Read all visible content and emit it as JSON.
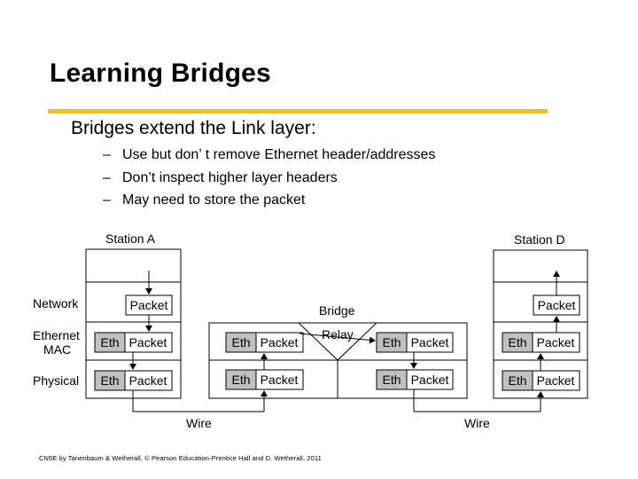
{
  "slide": {
    "title": "Learning Bridges",
    "bullet": "Bridges extend the Link layer:",
    "sub_bullets": [
      "Use but don’ t remove Ethernet header/addresses",
      "Don’t inspect higher layer headers",
      "May need to store the packet"
    ],
    "dash": "–",
    "footer": "CN5E by Tanenbaum & Wetherall, © Pearson Education-Prentice Hall and D. Wetherall, 2011"
  },
  "diagram": {
    "station_a": "Station A",
    "station_d": "Station D",
    "bridge": "Bridge",
    "relay": "Relay",
    "wire": "Wire",
    "layers": {
      "network": "Network",
      "ethernet_mac": "Ethernet\nMAC",
      "physical": "Physical"
    },
    "eth": "Eth",
    "packet": "Packet",
    "colors": {
      "eth_fill": "#c0c0c0",
      "accent_rule": "#f2c200"
    }
  }
}
